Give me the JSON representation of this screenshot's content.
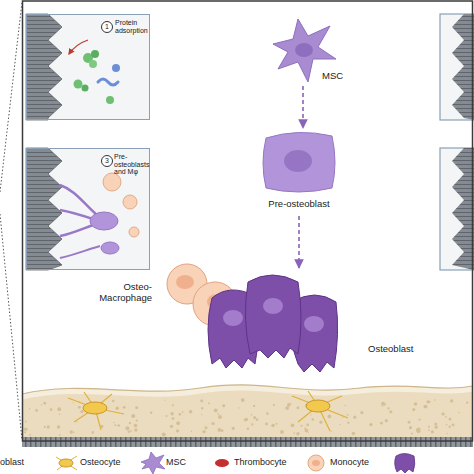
{
  "diagram": {
    "nodes": [
      {
        "text": [
          "1",
          "Protein adsorption"
        ]
      },
      {
        "text": [
          "MSC"
        ]
      },
      {
        "text": [
          "Pre-osteoblast"
        ]
      },
      {
        "text": [
          "3",
          "Pre-osteoblasts and Mφ"
        ]
      },
      {
        "text": [
          "Osteo- Macrophage"
        ]
      },
      {
        "text": [
          "Osteoblast"
        ]
      }
    ],
    "edges": [
      {
        "from": 1,
        "to": 2,
        "arrow": "to"
      },
      {
        "from": 2,
        "to": 5,
        "arrow": "to"
      }
    ],
    "legend": [
      {
        "text": "oblast"
      },
      {
        "text": "Osteocyte"
      },
      {
        "text": "MSC"
      },
      {
        "text": "Thrombocyte"
      },
      {
        "text": "Monocyte"
      }
    ]
  }
}
